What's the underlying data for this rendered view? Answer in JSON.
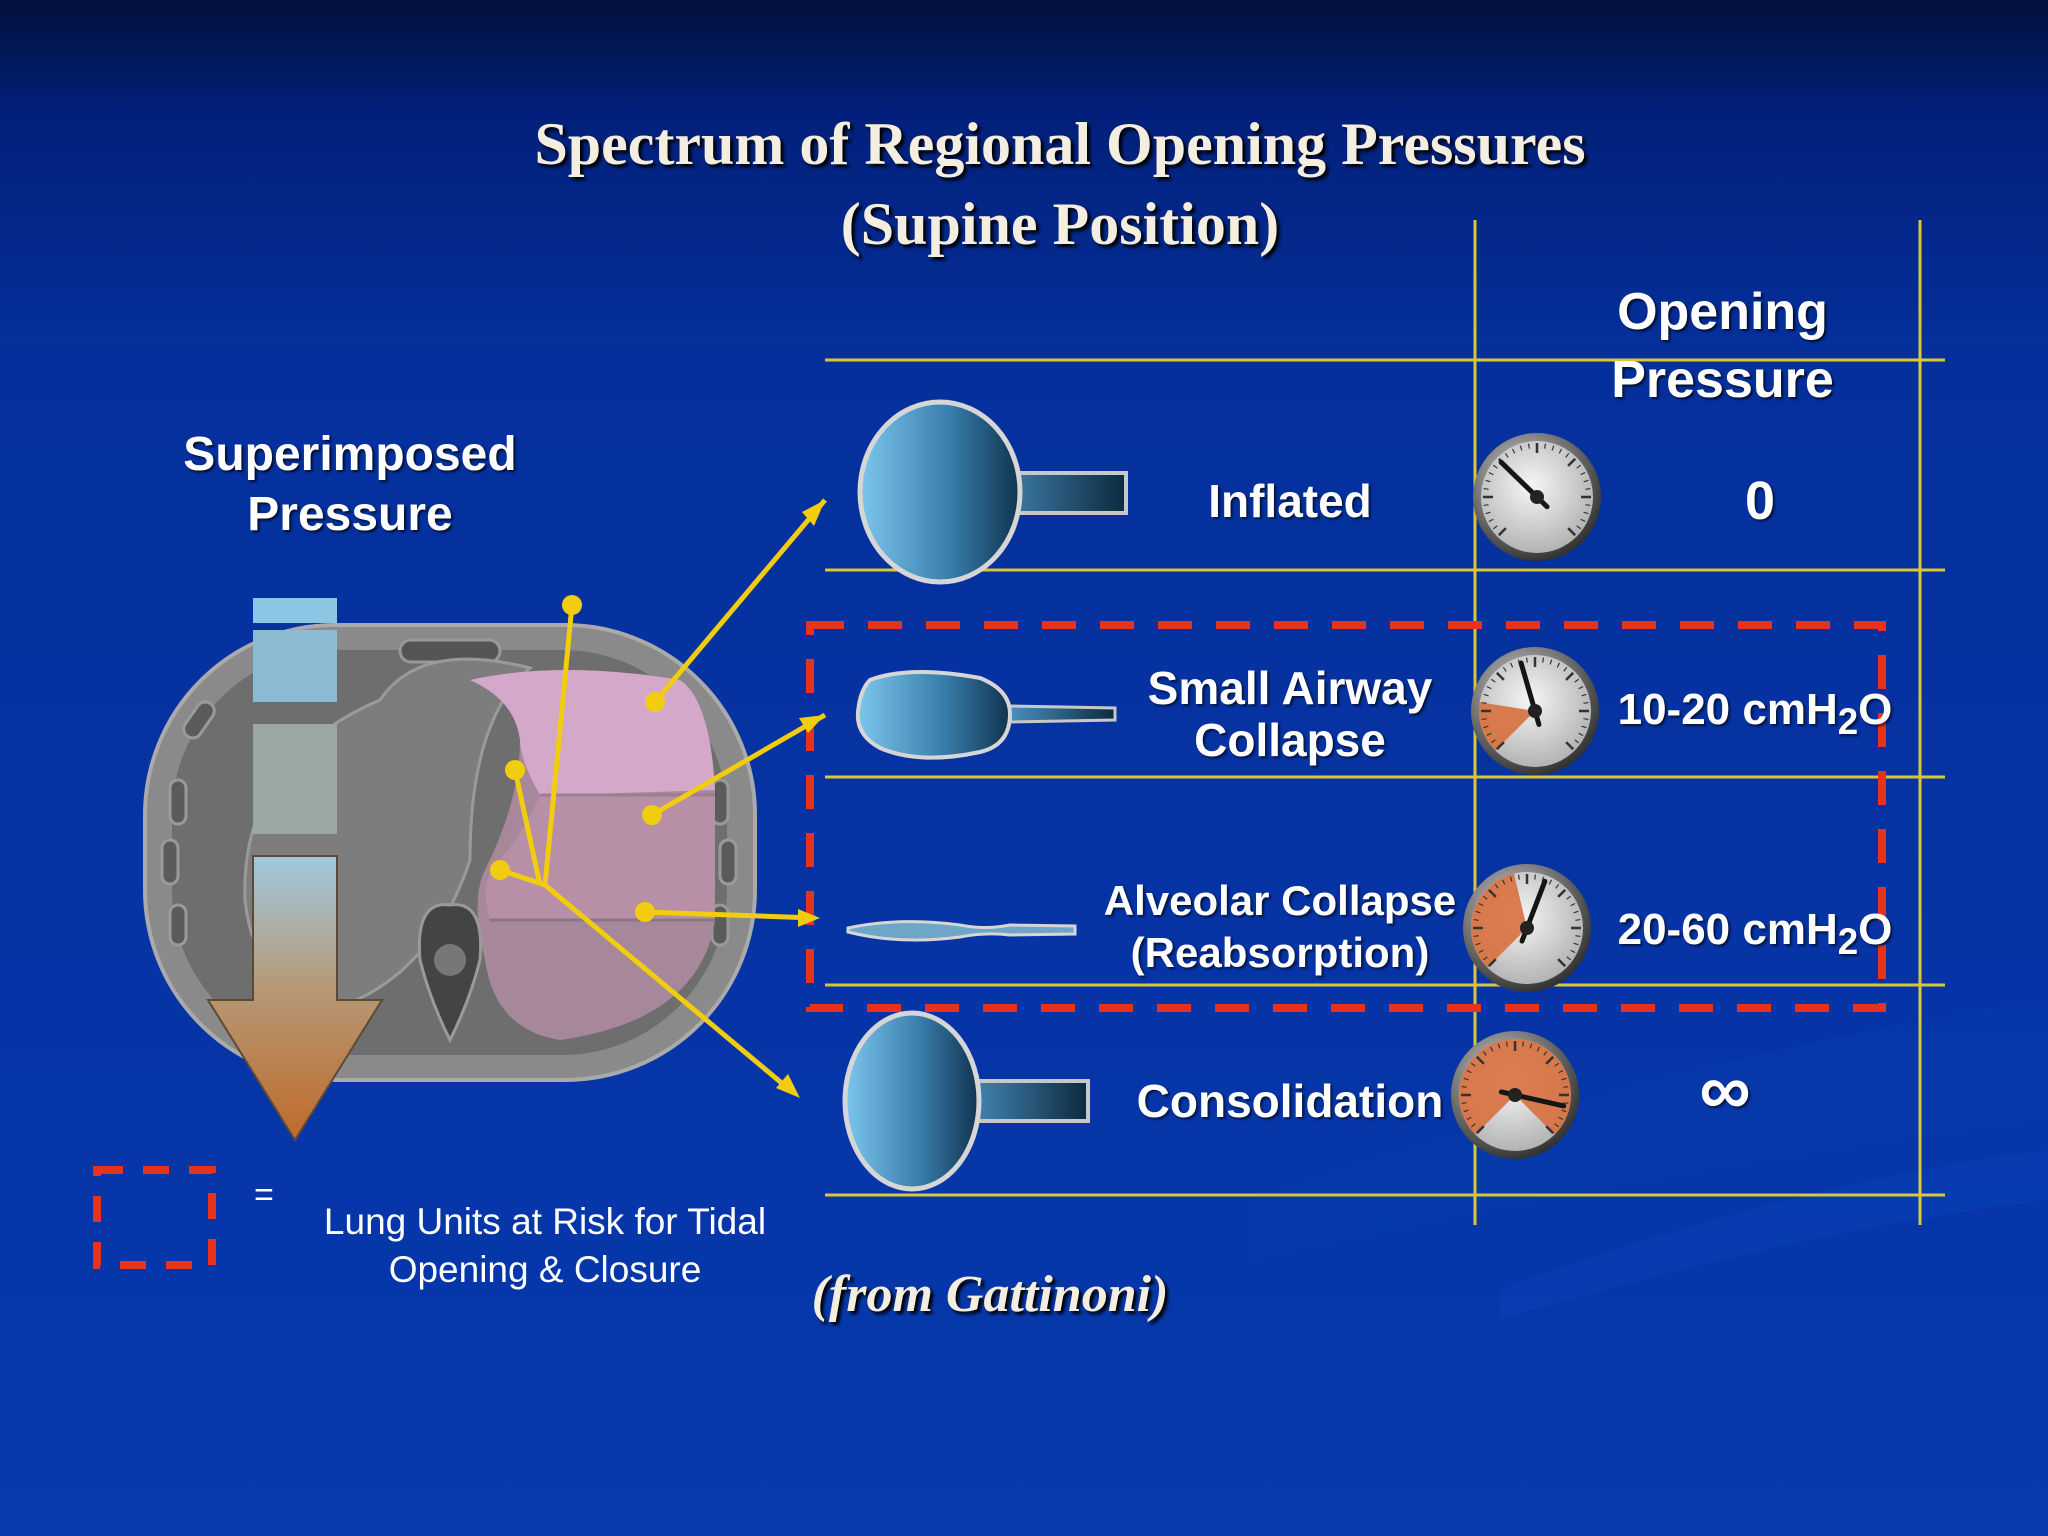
{
  "title": {
    "line1": "Spectrum of Regional Opening Pressures",
    "line2": "(Supine Position)"
  },
  "left_panel": {
    "superimposed_label_line1": "Superimposed",
    "superimposed_label_line2": "Pressure"
  },
  "table": {
    "header_line1": "Opening",
    "header_line2": "Pressure",
    "rows": [
      {
        "label_line1": "Inflated",
        "label_line2": "",
        "value": "0",
        "gauge_level": 0.0
      },
      {
        "label_line1": "Small Airway",
        "label_line2": "Collapse",
        "value_main": "10-20 cmH",
        "value_sub": "2",
        "value_tail": "O",
        "gauge_level": 0.2
      },
      {
        "label_line1": "Alveolar Collapse",
        "label_line2": "(Reabsorption)",
        "value_main": "20-60 cmH",
        "value_sub": "2",
        "value_tail": "O",
        "gauge_level": 0.45
      },
      {
        "label_line1": "Consolidation",
        "label_line2": "",
        "value": "∞",
        "gauge_level": 1.0
      }
    ]
  },
  "legend": {
    "equals": "=",
    "text_line1": "Lung Units at Risk for Tidal",
    "text_line2": "Opening & Closure"
  },
  "credit": "(from Gattinoni)",
  "colors": {
    "grid_line": "#d9c833",
    "pointer": "#f2cc0f",
    "risk_box": "#e8321c",
    "gauge_zone": "#d8703f",
    "alveolus_fill": "#5fb3e0"
  }
}
